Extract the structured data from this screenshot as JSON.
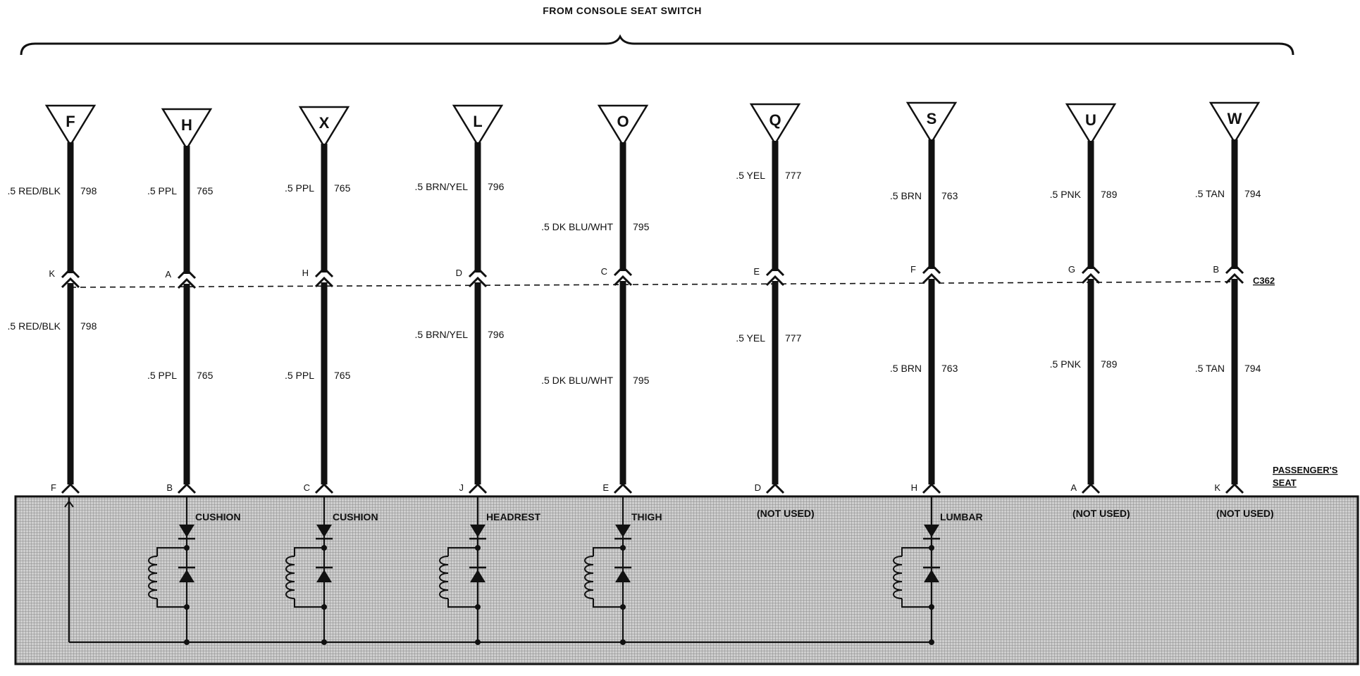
{
  "title": "FROM CONSOLE SEAT SWITCH",
  "connector_name": "C362",
  "seat_label": [
    "PASSENGER'S",
    "SEAT"
  ],
  "columns": [
    {
      "pin": "F",
      "top_conn": "K",
      "bottom_conn": "F",
      "upper_wire": ".5 RED/BLK",
      "upper_circuit": "798",
      "lower_wire": ".5 RED/BLK",
      "lower_circuit": "798",
      "component": "",
      "motor": false
    },
    {
      "pin": "H",
      "top_conn": "A",
      "bottom_conn": "B",
      "upper_wire": ".5 PPL",
      "upper_circuit": "765",
      "lower_wire": ".5 PPL",
      "lower_circuit": "765",
      "component": "CUSHION",
      "motor": true
    },
    {
      "pin": "X",
      "top_conn": "H",
      "bottom_conn": "C",
      "upper_wire": ".5 PPL",
      "upper_circuit": "765",
      "lower_wire": ".5 PPL",
      "lower_circuit": "765",
      "component": "CUSHION",
      "motor": true
    },
    {
      "pin": "L",
      "top_conn": "D",
      "bottom_conn": "J",
      "upper_wire": ".5 BRN/YEL",
      "upper_circuit": "796",
      "lower_wire": ".5 BRN/YEL",
      "lower_circuit": "796",
      "component": "HEADREST",
      "motor": true
    },
    {
      "pin": "O",
      "top_conn": "C",
      "bottom_conn": "E",
      "upper_wire": ".5 DK BLU/WHT",
      "upper_circuit": "795",
      "lower_wire": ".5 DK BLU/WHT",
      "lower_circuit": "795",
      "component": "THIGH",
      "motor": true
    },
    {
      "pin": "Q",
      "top_conn": "E",
      "bottom_conn": "D",
      "upper_wire": ".5 YEL",
      "upper_circuit": "777",
      "lower_wire": ".5 YEL",
      "lower_circuit": "777",
      "component": "(NOT USED)",
      "motor": false
    },
    {
      "pin": "S",
      "top_conn": "F",
      "bottom_conn": "H",
      "upper_wire": ".5 BRN",
      "upper_circuit": "763",
      "lower_wire": ".5 BRN",
      "lower_circuit": "763",
      "component": "LUMBAR",
      "motor": true
    },
    {
      "pin": "U",
      "top_conn": "G",
      "bottom_conn": "A",
      "upper_wire": ".5 PNK",
      "upper_circuit": "789",
      "lower_wire": ".5 PNK",
      "lower_circuit": "789",
      "component": "(NOT USED)",
      "motor": false
    },
    {
      "pin": "W",
      "top_conn": "B",
      "bottom_conn": "K",
      "upper_wire": ".5 TAN",
      "upper_circuit": "794",
      "lower_wire": ".5 TAN",
      "lower_circuit": "794",
      "component": "(NOT USED)",
      "motor": false
    }
  ]
}
